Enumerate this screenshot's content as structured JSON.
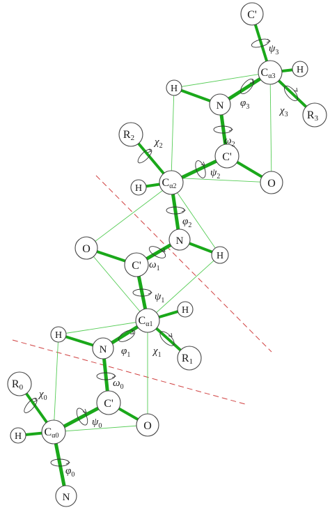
{
  "atoms": {
    "cp_top": {
      "label": "C'",
      "sub": ""
    },
    "h3": {
      "label": "H",
      "sub": ""
    },
    "ca3": {
      "label": "C",
      "sub": "α3"
    },
    "r3": {
      "label": "R",
      "sub": "3"
    },
    "h_top": {
      "label": "H",
      "sub": ""
    },
    "n3": {
      "label": "N",
      "sub": ""
    },
    "r2": {
      "label": "R",
      "sub": "2"
    },
    "cp2": {
      "label": "C'",
      "sub": ""
    },
    "h_ca2": {
      "label": "H",
      "sub": ""
    },
    "ca2": {
      "label": "C",
      "sub": "α2"
    },
    "o2": {
      "label": "O",
      "sub": ""
    },
    "n2": {
      "label": "N",
      "sub": ""
    },
    "o1": {
      "label": "O",
      "sub": ""
    },
    "cp1": {
      "label": "C'",
      "sub": ""
    },
    "h_n2": {
      "label": "H",
      "sub": ""
    },
    "h_ca1": {
      "label": "H",
      "sub": ""
    },
    "ca1": {
      "label": "C",
      "sub": "α1"
    },
    "h_n1": {
      "label": "H",
      "sub": ""
    },
    "n1": {
      "label": "N",
      "sub": ""
    },
    "r1": {
      "label": "R",
      "sub": "1"
    },
    "r0": {
      "label": "R",
      "sub": "0"
    },
    "cp0": {
      "label": "C'",
      "sub": ""
    },
    "h_ca0": {
      "label": "H",
      "sub": ""
    },
    "ca0": {
      "label": "C",
      "sub": "α0"
    },
    "o0": {
      "label": "O",
      "sub": ""
    },
    "n0": {
      "label": "N",
      "sub": ""
    }
  },
  "torsions": {
    "psi3": {
      "sym": "ψ",
      "sub": "3"
    },
    "phi3": {
      "sym": "φ",
      "sub": "3"
    },
    "chi3": {
      "sym": "χ",
      "sub": "3"
    },
    "omega2": {
      "sym": "ω",
      "sub": "2"
    },
    "chi2": {
      "sym": "χ",
      "sub": "2"
    },
    "psi2": {
      "sym": "ψ",
      "sub": "2"
    },
    "phi2": {
      "sym": "φ",
      "sub": "2"
    },
    "omega1": {
      "sym": "ω",
      "sub": "1"
    },
    "psi1": {
      "sym": "ψ",
      "sub": "1"
    },
    "phi1": {
      "sym": "φ",
      "sub": "1"
    },
    "chi1": {
      "sym": "χ",
      "sub": "1"
    },
    "omega0": {
      "sym": "ω",
      "sub": "0"
    },
    "chi0": {
      "sym": "χ",
      "sub": "0"
    },
    "psi0": {
      "sym": "ψ",
      "sub": "0"
    },
    "phi0": {
      "sym": "φ",
      "sub": "0"
    }
  },
  "colors": {
    "bond": "#1aa81a",
    "hbond": "#55cc55",
    "plane": "#d04040",
    "atom_stroke": "#444444"
  }
}
